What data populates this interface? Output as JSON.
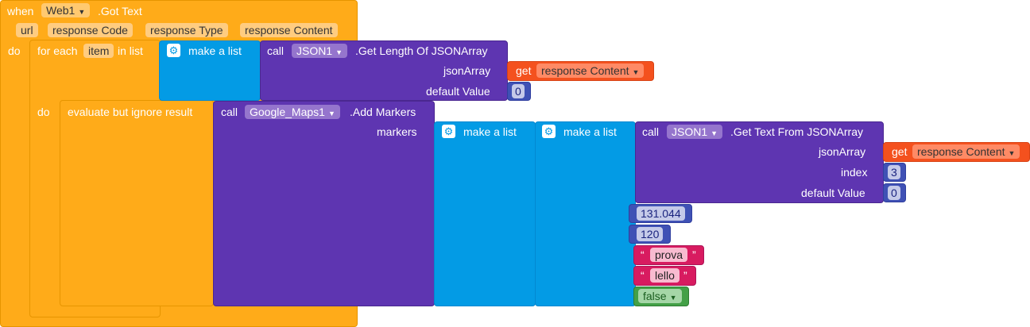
{
  "event": {
    "when": "when",
    "component": "Web1",
    "event_name": ".Got Text",
    "params": [
      "url",
      "responseCode",
      "responseType",
      "responseContent"
    ],
    "param_labels": {
      "url": "url",
      "responseCode": "response Code",
      "responseType": "response Type",
      "responseContent": "response Content"
    },
    "do": "do"
  },
  "foreach": {
    "label": "for each",
    "var": "item",
    "in_list": "in list",
    "do": "do"
  },
  "make_list_label": "make a list",
  "get_length": {
    "call": "call",
    "component": "JSON1",
    "method": ".Get Length Of JSONArray",
    "json_array_label": "jsonArray",
    "default_value_label": "default Value",
    "get": "get",
    "get_var": "response Content",
    "default_value": "0"
  },
  "evaluate": {
    "label": "evaluate but ignore result"
  },
  "add_markers": {
    "call": "call",
    "component": "Google_Maps1",
    "method": ".Add Markers",
    "markers_label": "markers"
  },
  "get_text": {
    "call": "call",
    "component": "JSON1",
    "method": ".Get Text From JSONArray",
    "json_array_label": "jsonArray",
    "index_label": "index",
    "default_value_label": "default Value",
    "get": "get",
    "get_var": "response Content",
    "index_value": "3",
    "default_value": "0"
  },
  "list_items": {
    "num1": "131.044",
    "num2": "120",
    "text1": "prova",
    "text2": "lello",
    "bool": "false",
    "quote_open": "“",
    "quote_close": "”"
  },
  "colors": {
    "event": "#ffab19",
    "list": "#039be5",
    "procedure": "#5e35b1",
    "variable_get": "#f4511e",
    "number": "#3f51b5",
    "text": "#d81b60",
    "logic": "#43a047"
  }
}
